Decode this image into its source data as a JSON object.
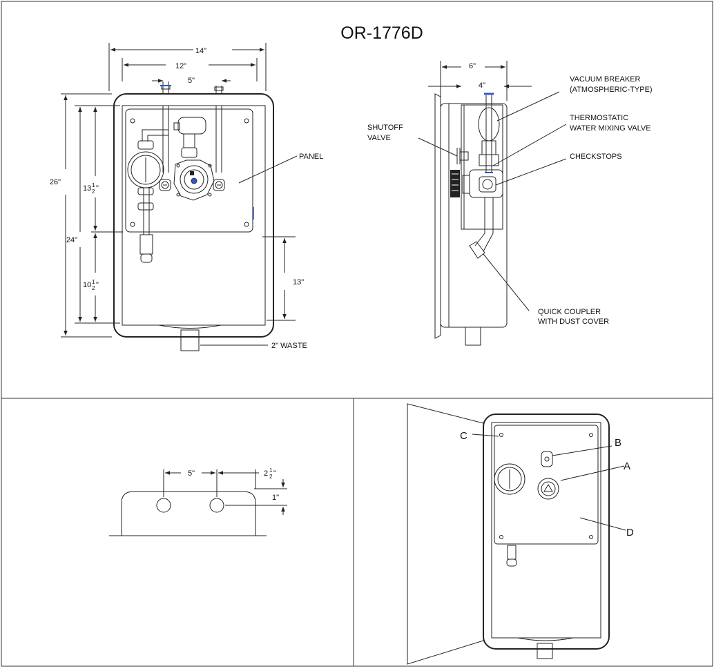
{
  "title": "OR-1776D",
  "front_view": {
    "dim_width_outer": "14\"",
    "dim_width_inner": "12\"",
    "dim_stub_spacing": "5\"",
    "dim_height_outer": "26\"",
    "dim_height_inner": "24\"",
    "dim_upper_whole": "13",
    "dim_upper_frac": "1",
    "dim_upper_den": "2",
    "dim_upper_unit": "\"",
    "dim_lower_whole": "10",
    "dim_lower_frac": "1",
    "dim_lower_den": "2",
    "dim_lower_unit": "\"",
    "dim_coupler_height": "13\"",
    "label_panel": "PANEL",
    "label_waste": "2\" WASTE"
  },
  "side_view": {
    "dim_depth_outer": "6\"",
    "dim_depth_inner": "4\"",
    "label_vacuum_1": "VACUUM BREAKER",
    "label_vacuum_2": "(ATMOSPHERIC-TYPE)",
    "label_thermo_1": "THERMOSTATIC",
    "label_thermo_2": "WATER MIXING VALVE",
    "label_checkstops": "CHECKSTOPS",
    "label_shutoff_1": "SHUTOFF",
    "label_shutoff_2": "VALVE",
    "label_coupler_1": "QUICK COUPLER",
    "label_coupler_2": "WITH DUST COVER"
  },
  "top_view": {
    "dim_spacing": "5\"",
    "dim_edge_whole": "2",
    "dim_edge_frac": "1",
    "dim_edge_den": "2",
    "dim_edge_unit": "\"",
    "dim_depth": "1\""
  },
  "open_view": {
    "label_a": "A",
    "label_b": "B",
    "label_c": "C",
    "label_d": "D"
  }
}
